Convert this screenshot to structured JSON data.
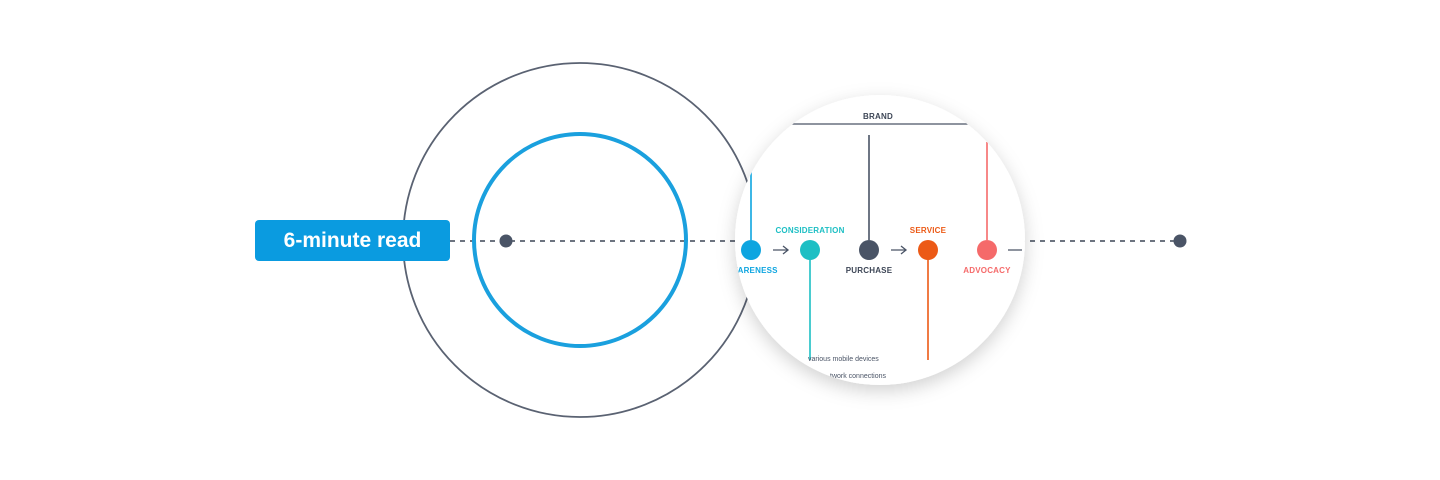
{
  "badge": {
    "label": "6-minute read"
  },
  "magnifier": {
    "top_label": "BRAND",
    "stages": [
      {
        "label": "WARENESS",
        "color": "#0ea5e0"
      },
      {
        "label": "CONSIDERATION",
        "color": "#1dbfc4"
      },
      {
        "label": "PURCHASE",
        "color": "#4a5466"
      },
      {
        "label": "SERVICE",
        "color": "#ec5a16"
      },
      {
        "label": "ADVOCACY",
        "color": "#f56a6a"
      }
    ],
    "notes": [
      "various mobile devices",
      "twork connections"
    ]
  },
  "colors": {
    "accent": "#0a9be0",
    "ring_outer": "#5a6272",
    "ring_inner": "#1aa0de",
    "dot": "#4a5466",
    "dash": "#3d4656"
  }
}
